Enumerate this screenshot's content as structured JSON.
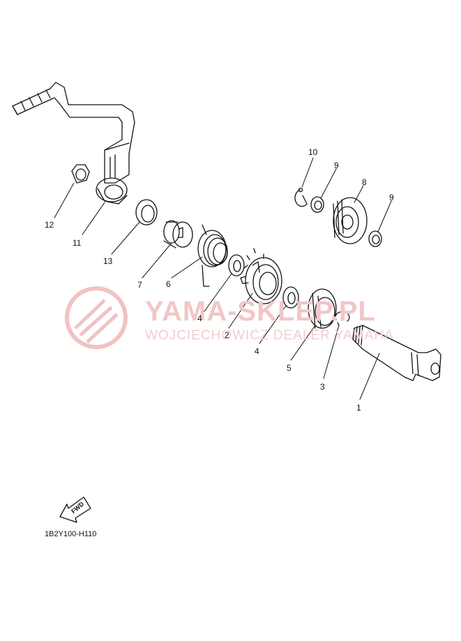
{
  "watermark": {
    "brand": "YAMA-SKLEP.PL",
    "tagline": "WOJCIECHOWICZ DEALER YAMAHA",
    "color": "#f0b8b8"
  },
  "diagram_code": "1B2Y100-H110",
  "fwd_label": "FWD",
  "callouts": {
    "p1": "1",
    "p2": "2",
    "p3": "3",
    "p4a": "4",
    "p4b": "4",
    "p5": "5",
    "p6": "6",
    "p7": "7",
    "p8": "8",
    "p9a": "9",
    "p9b": "9",
    "p10": "10",
    "p11": "11",
    "p12": "12",
    "p13": "13"
  },
  "line_color": "#111111"
}
